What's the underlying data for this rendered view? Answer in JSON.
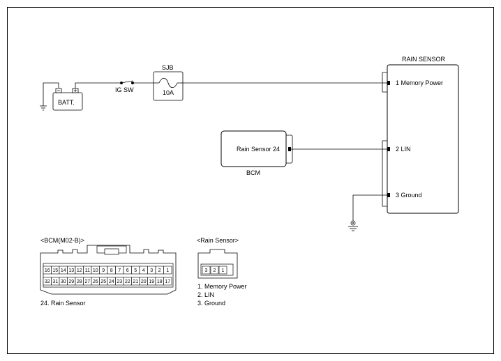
{
  "components": {
    "rain_sensor": {
      "title": "RAIN SENSOR",
      "pins": [
        "1 Memory Power",
        "2 LIN",
        "3 Ground"
      ]
    },
    "battery": {
      "label": "BATT."
    },
    "ig_switch": {
      "label": "IG SW"
    },
    "sjb": {
      "label": "SJB",
      "fuse_rating": "10A"
    },
    "bcm": {
      "label": "BCM",
      "pin_label": "Rain Sensor 24"
    }
  },
  "connectors": {
    "bcm": {
      "title": "<BCM(M02-B)>",
      "top_row": [
        "16",
        "15",
        "14",
        "13",
        "12",
        "11",
        "10",
        "9",
        "8",
        "7",
        "6",
        "5",
        "4",
        "3",
        "2",
        "1"
      ],
      "bottom_row": [
        "32",
        "31",
        "30",
        "29",
        "28",
        "27",
        "26",
        "25",
        "24",
        "23",
        "22",
        "21",
        "20",
        "19",
        "18",
        "17"
      ],
      "legend": [
        "24. Rain Sensor"
      ]
    },
    "rain_sensor": {
      "title": "<Rain Sensor>",
      "pins": [
        "3",
        "2",
        "1"
      ],
      "legend": [
        "1. Memory Power",
        "2. LIN",
        "3. Ground"
      ]
    }
  }
}
